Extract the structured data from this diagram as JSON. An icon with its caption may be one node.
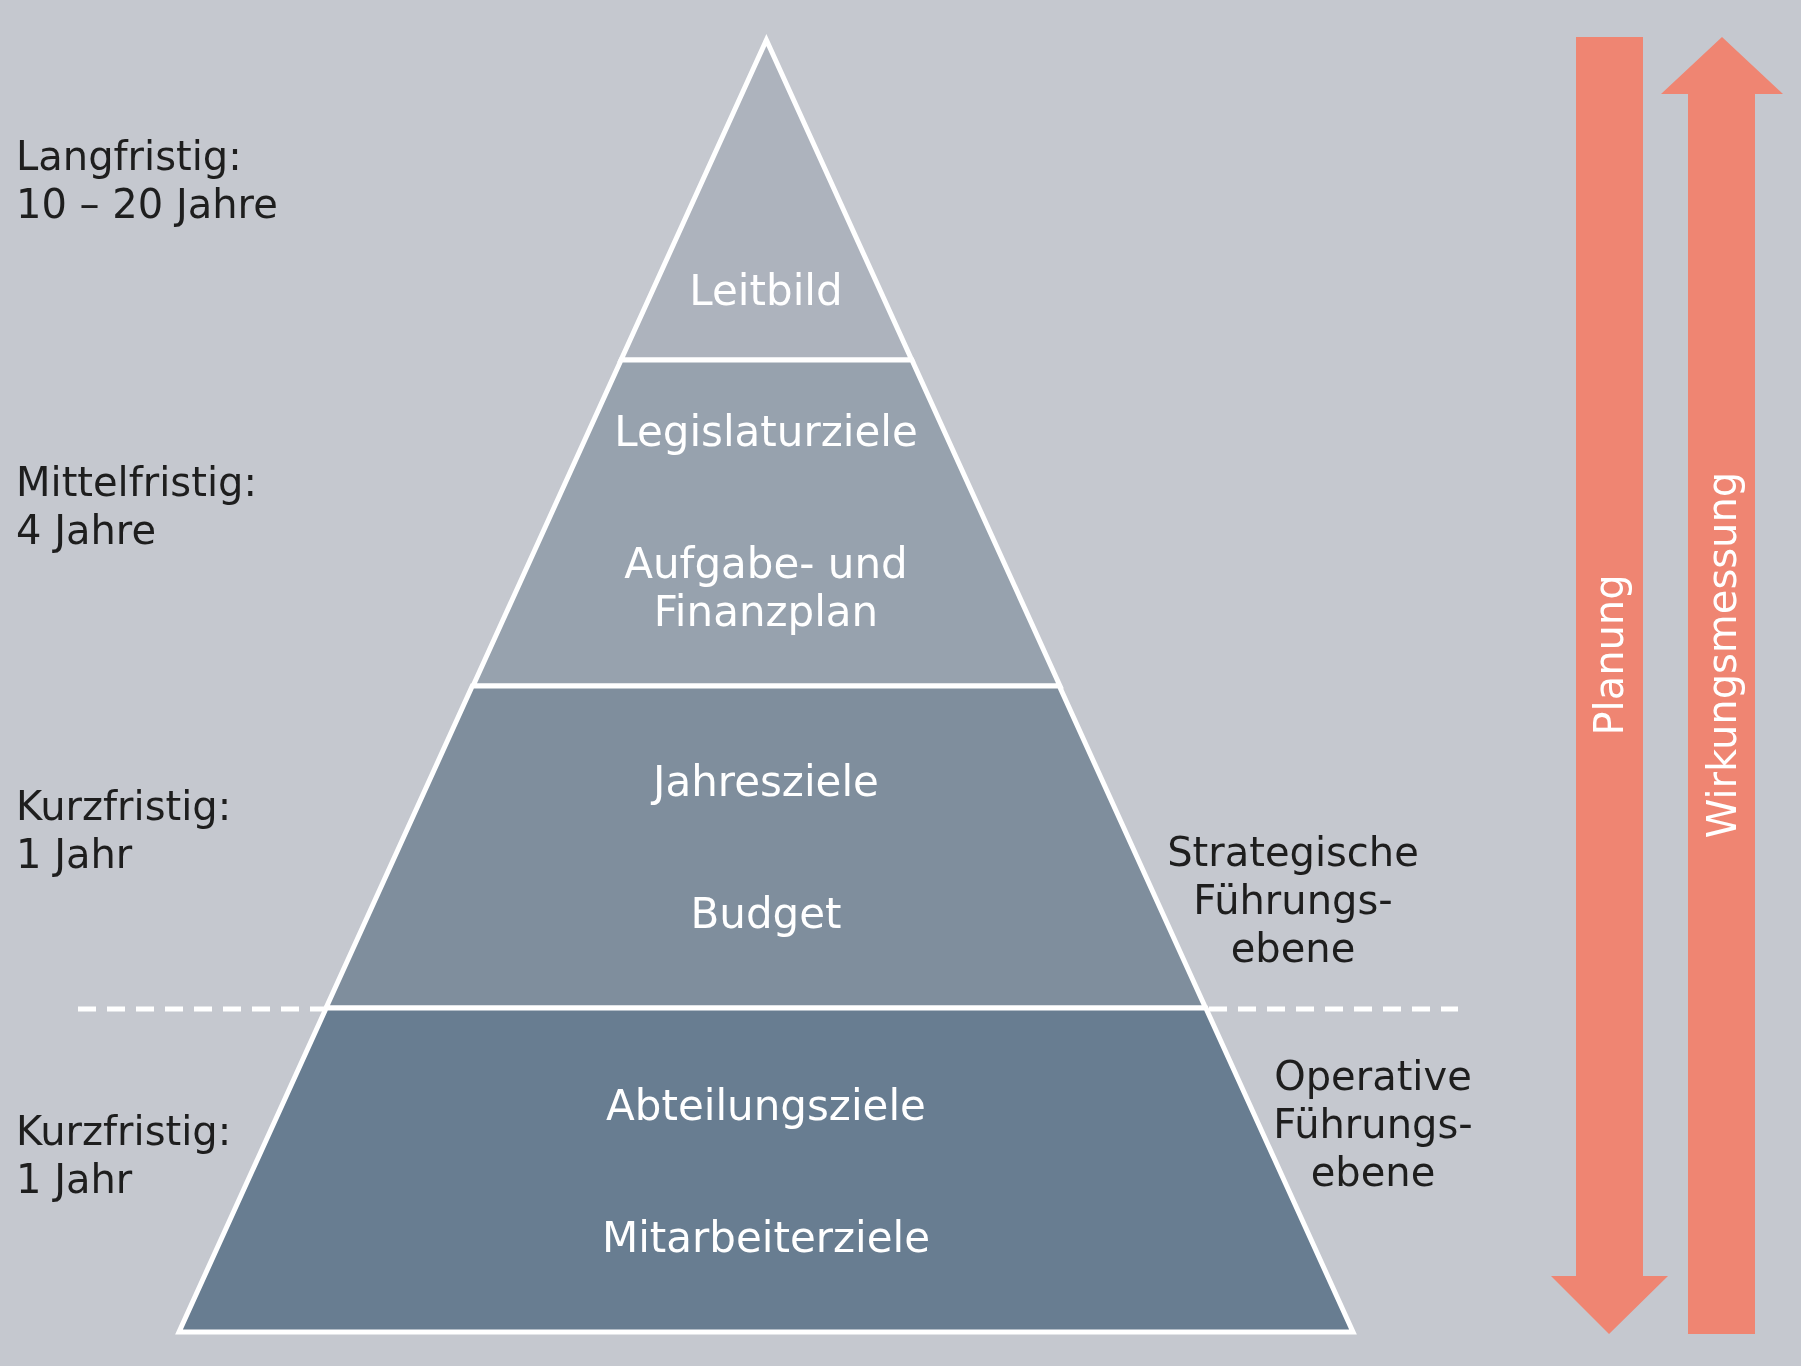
{
  "diagram": {
    "nodes": [
      {
        "text": [
          "Leitbild"
        ]
      },
      {
        "text": [
          "Legislaturziele",
          "Aufgabe- und Finanzplan"
        ]
      },
      {
        "text": [
          "Jahresziele",
          "Budget"
        ]
      },
      {
        "text": [
          "Abteilungsziele",
          "Mitarbeiterziele"
        ]
      }
    ],
    "edges": [],
    "labels": [
      "Langfristig: 10 – 20 Jahre",
      "Mittelfristig: 4 Jahre",
      "Kurzfristig: 1 Jahr",
      "Kurzfristig: 1 Jahr",
      "Strategische Führungs- ebene",
      "Operative Führungs- ebene",
      "Planung",
      "Wirkungsmessung"
    ]
  }
}
